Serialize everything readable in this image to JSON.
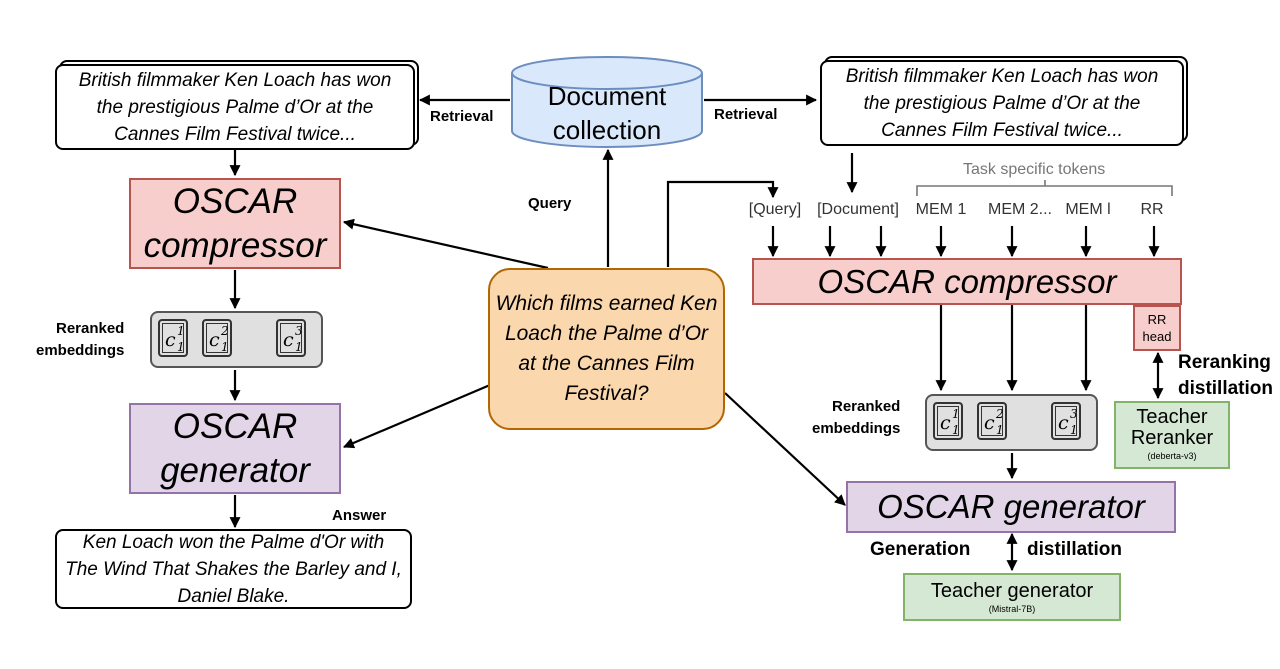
{
  "document_collection": {
    "label": "Document collection"
  },
  "retrieval_left_label": "Retrieval",
  "retrieval_right_label": "Retrieval",
  "query_label": "Query",
  "answer_label": "Answer",
  "retrieved_doc_text": "British filmmaker Ken Loach has won the prestigious Palme d’Or at the Cannes Film Festival twice...",
  "question_text": "Which films earned Ken Loach the Palme d’Or at the Cannes Film Festival?",
  "answer_text": "Ken Loach won the Palme d'Or with The Wind That Shakes the Barley and I, Daniel Blake.",
  "compressor_label_line1": "OSCAR",
  "compressor_label_line2": "compressor",
  "generator_label_line1": "OSCAR",
  "generator_label_line2": "generator",
  "reranked_label_line1": "Reranked",
  "reranked_label_line2": "embeddings",
  "embeddings": [
    {
      "base": "c",
      "sup": "1",
      "sub": "1"
    },
    {
      "base": "c",
      "sup": "2",
      "sub": "1"
    },
    {
      "base": "c",
      "sup": "3",
      "sub": "1"
    }
  ],
  "task_specific_tokens_label": "Task specific tokens",
  "input_tokens": [
    "[Query]",
    "[Document]",
    "MEM 1",
    "MEM 2...",
    "MEM l",
    "RR"
  ],
  "compressor_full_label": "OSCAR compressor",
  "generator_full_label": "OSCAR generator",
  "rr_head_line1": "RR",
  "rr_head_line2": "head",
  "reranking_distillation_line1": "Reranking",
  "reranking_distillation_line2": "distillation",
  "teacher_reranker": {
    "line1": "Teacher",
    "line2": "Reranker",
    "model": "(deberta-v3)"
  },
  "generation_label": "Generation",
  "distillation_label": "distillation",
  "teacher_generator": {
    "name": "Teacher generator",
    "model": "(Mistral-7B)"
  },
  "colors": {
    "compressor_fill": "#f8cecc",
    "compressor_border": "#b85450",
    "generator_fill": "#e1d5e7",
    "generator_border": "#9673a6",
    "query_fill": "#fad7ac",
    "query_border": "#b46504",
    "teacher_fill": "#d5e8d4",
    "teacher_border": "#82b366",
    "doc_collection_fill": "#dae8fc",
    "doc_collection_border": "#6c8ebf"
  }
}
